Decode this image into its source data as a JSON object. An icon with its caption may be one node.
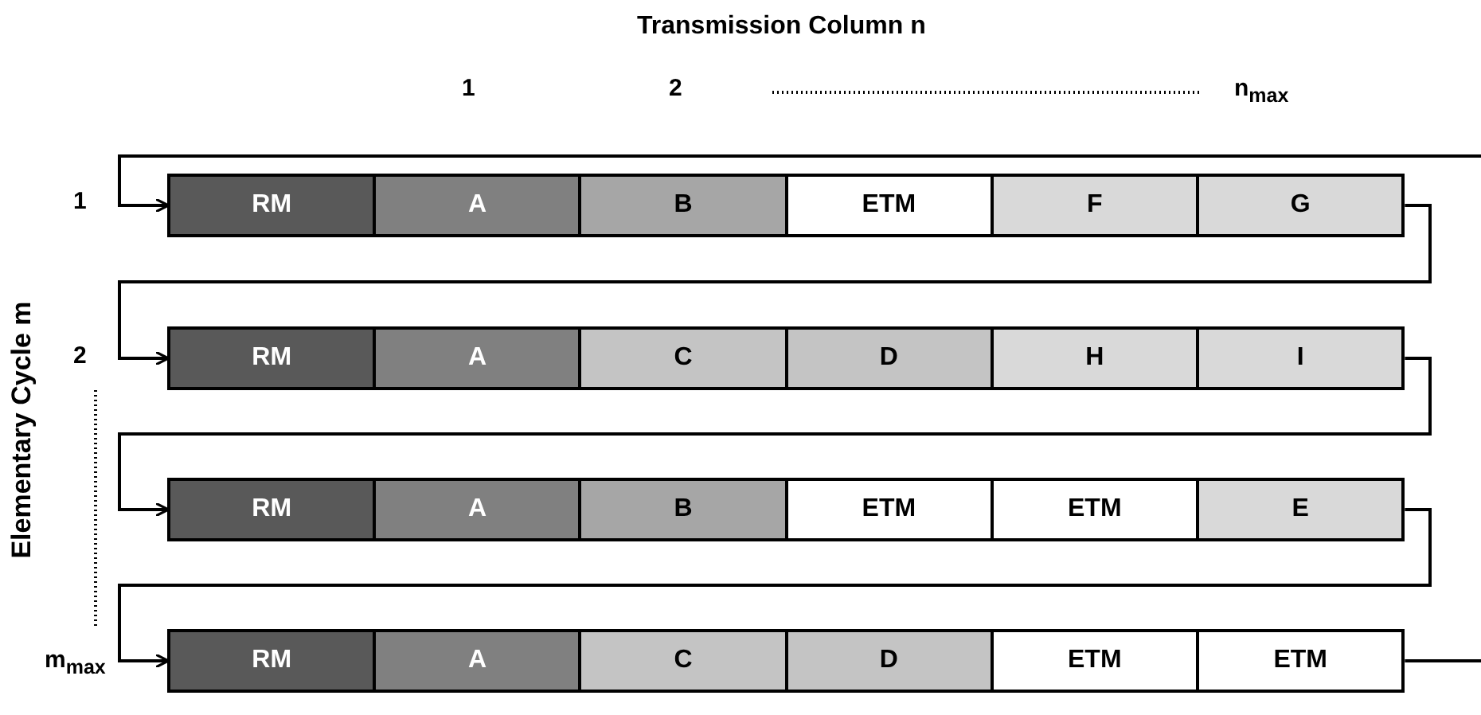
{
  "diagram": {
    "nodes": [
      {
        "text": [
          "RM"
        ]
      },
      {
        "text": [
          "A"
        ]
      },
      {
        "text": [
          "B"
        ]
      },
      {
        "text": [
          "ETM"
        ]
      },
      {
        "text": [
          "F"
        ]
      },
      {
        "text": [
          "G"
        ]
      },
      {
        "text": [
          "RM"
        ]
      },
      {
        "text": [
          "A"
        ]
      },
      {
        "text": [
          "C"
        ]
      },
      {
        "text": [
          "D"
        ]
      },
      {
        "text": [
          "H"
        ]
      },
      {
        "text": [
          "I"
        ]
      },
      {
        "text": [
          "RM"
        ]
      },
      {
        "text": [
          "A"
        ]
      },
      {
        "text": [
          "B"
        ]
      },
      {
        "text": [
          "ETM"
        ]
      },
      {
        "text": [
          "ETM"
        ]
      },
      {
        "text": [
          "E"
        ]
      },
      {
        "text": [
          "RM"
        ]
      },
      {
        "text": [
          "A"
        ]
      },
      {
        "text": [
          "C"
        ]
      },
      {
        "text": [
          "D"
        ]
      },
      {
        "text": [
          "ETM"
        ]
      },
      {
        "text": [
          "ETM"
        ]
      }
    ],
    "edges": [
      {
        "from": null,
        "to": 0,
        "arrow": "to"
      },
      {
        "from": 5,
        "to": 6,
        "arrow": "to"
      },
      {
        "from": 11,
        "to": 12,
        "arrow": "to"
      },
      {
        "from": 17,
        "to": 18,
        "arrow": "to"
      },
      {
        "from": 23,
        "to": null,
        "arrow": "none"
      }
    ],
    "labels": [
      "Transmission Column n",
      "1",
      "2",
      "n$_{max}$",
      "Elementary Cycle m",
      "1",
      "2",
      "m$_{max}$"
    ]
  }
}
